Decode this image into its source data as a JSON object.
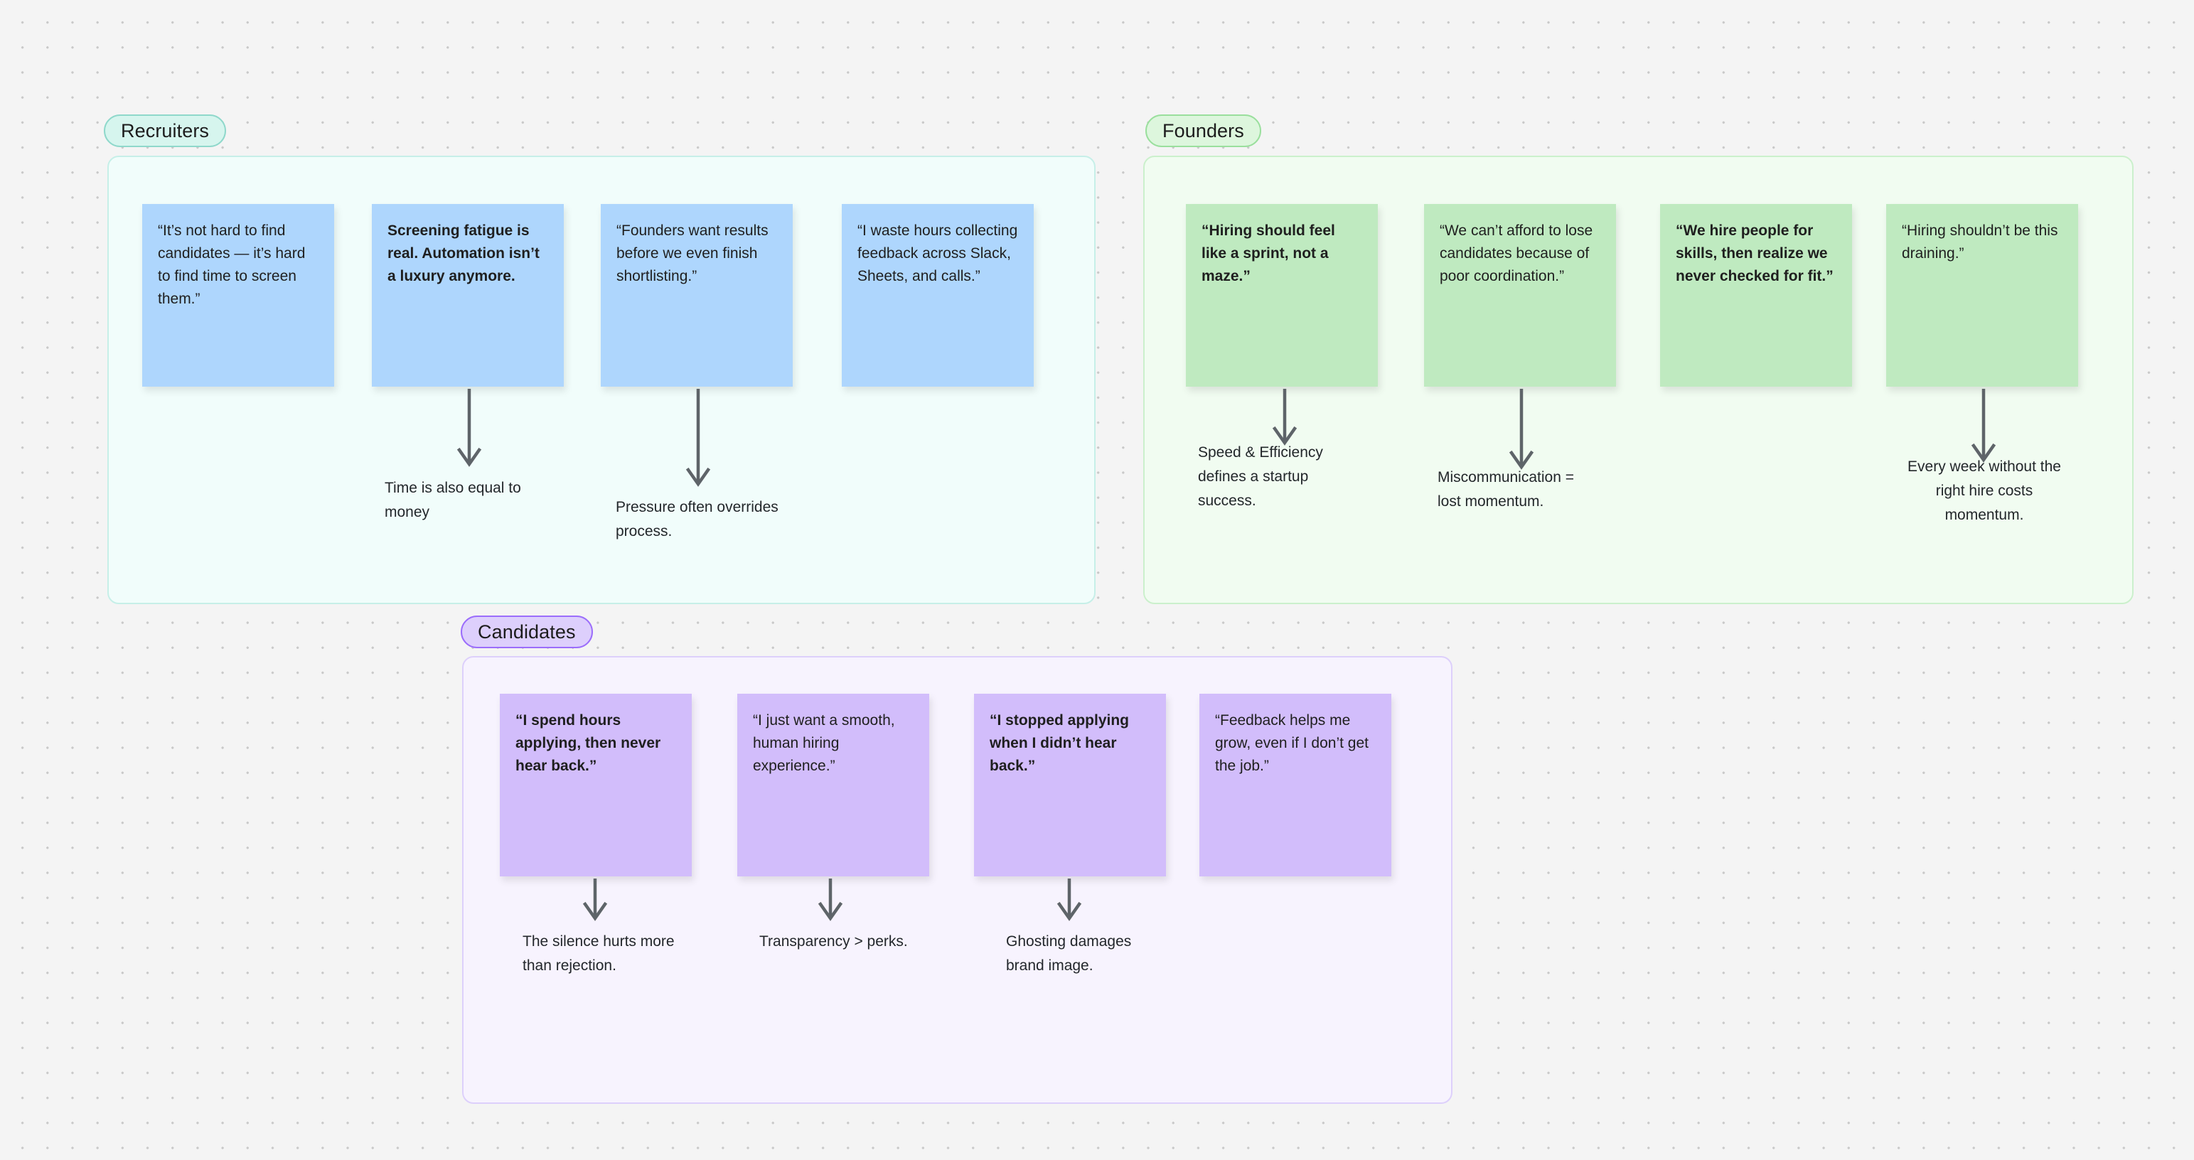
{
  "board": {
    "background_color": "#f4f4f4",
    "dot_color": "#c9c9c9"
  },
  "sections": [
    {
      "id": "recruiters",
      "label": "Recruiters",
      "accent_color": "#8fd8cb",
      "pill_background": "#d6f5ee",
      "frame_background": "#f1fdfb",
      "note_color": "#aed6fd",
      "notes": [
        {
          "text": "“It’s not hard to find candidates — it’s hard to find time to screen them.”",
          "bold": false
        },
        {
          "text": "Screening fatigue is real. Automation isn’t a luxury anymore.",
          "bold": true
        },
        {
          "text": "“Founders want results before we even finish shortlisting.”",
          "bold": false
        },
        {
          "text": "“I waste hours collecting feedback across Slack, Sheets, and calls.”",
          "bold": false
        }
      ],
      "captions": [
        {
          "text": "Time is also equal to money",
          "align": "left"
        },
        {
          "text": "Pressure often overrides process.",
          "align": "left"
        }
      ]
    },
    {
      "id": "founders",
      "label": "Founders",
      "accent_color": "#9adf9d",
      "pill_background": "#ddf6dd",
      "frame_background": "#f1fcf1",
      "note_color": "#bfeac0",
      "notes": [
        {
          "text": "“Hiring should feel like a sprint, not a maze.”",
          "bold": true
        },
        {
          "text": "“We can’t afford to lose candidates because of poor coordination.”",
          "bold": false
        },
        {
          "text": "“We hire people for skills, then realize we never checked for fit.”",
          "bold": true
        },
        {
          "text": "“Hiring shouldn’t be this draining.”",
          "bold": false
        }
      ],
      "captions": [
        {
          "text": "Speed & Efficiency defines a startup success.",
          "align": "left"
        },
        {
          "text": "Miscommunication = lost momentum.",
          "align": "left"
        },
        {
          "text": "Every week without the right hire costs momentum.",
          "align": "center"
        }
      ]
    },
    {
      "id": "candidates",
      "label": "Candidates",
      "accent_color": "#9b6dfb",
      "pill_background": "#ddcffc",
      "frame_background": "#f7f3fe",
      "note_color": "#d2bdfb",
      "notes": [
        {
          "text": "“I spend hours applying, then never hear back.”",
          "bold": true
        },
        {
          "text": "“I just want a smooth, human hiring experience.”",
          "bold": false
        },
        {
          "text": "“I stopped applying when I didn’t hear back.”",
          "bold": true
        },
        {
          "text": "“Feedback helps me grow, even if I don’t get the job.”",
          "bold": false
        }
      ],
      "captions": [
        {
          "text": "The silence hurts more than rejection.",
          "align": "left"
        },
        {
          "text": "Transparency > perks.",
          "align": "left"
        },
        {
          "text": "Ghosting damages brand image.",
          "align": "left"
        }
      ]
    }
  ],
  "arrow_color": "#5e6469"
}
